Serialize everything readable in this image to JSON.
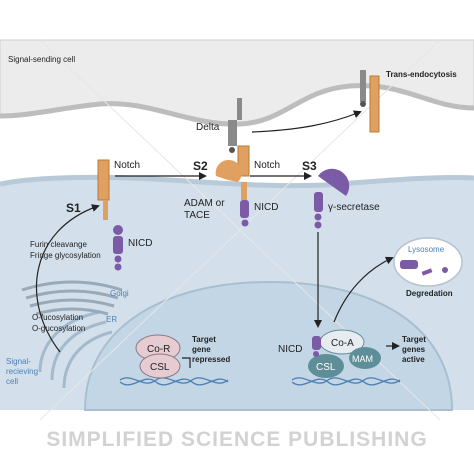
{
  "labels": {
    "signal_sending_cell": "Signal-sending cell",
    "trans_endocytosis": "Trans-endocytosis",
    "delta": "Delta",
    "notch_1": "Notch",
    "notch_2": "Notch",
    "s1": "S1",
    "s2": "S2",
    "s3": "S3",
    "adam_tace_line1": "ADAM or",
    "adam_tace_line2": "TACE",
    "nicd_1": "NICD",
    "nicd_2": "NICD",
    "nicd_3": "NICD",
    "gamma_secretase": "γ-secretase",
    "furin": "Furin cleavange",
    "fringe": "Fringe glycosylation",
    "golgi": "Golgi",
    "o_fucosylation": "O-fucosylation",
    "o_glucosylation": "O-gucosylation",
    "er": "ER",
    "signal_receiving_line1": "Signal-",
    "signal_receiving_line2": "recieving",
    "signal_receiving_line3": "cell",
    "lysosome": "Lysosome",
    "degredation": "Degredation",
    "co_r": "Co-R",
    "csl_1": "CSL",
    "target_repressed_line1": "Target",
    "target_repressed_line2": "gene",
    "target_repressed_line3": "repressed",
    "co_a": "Co-A",
    "mam": "MAM",
    "csl_2": "CSL",
    "target_active_line1": "Target",
    "target_active_line2": "genes",
    "target_active_line3": "active"
  },
  "watermark": "SIMPLIFIED SCIENCE PUBLISHING",
  "colors": {
    "notch_orange": "#e0a05f",
    "delta_gray": "#8a8a8a",
    "nicd_purple": "#7b5aa6",
    "sending_cell": "#ececec",
    "receiving_cell": "#d3e0ec",
    "nucleus": "#c3d6e6",
    "csl_teal": "#5e8f99",
    "co_r_pink": "#e6cbd2",
    "label_blue": "#4d7fb3"
  }
}
